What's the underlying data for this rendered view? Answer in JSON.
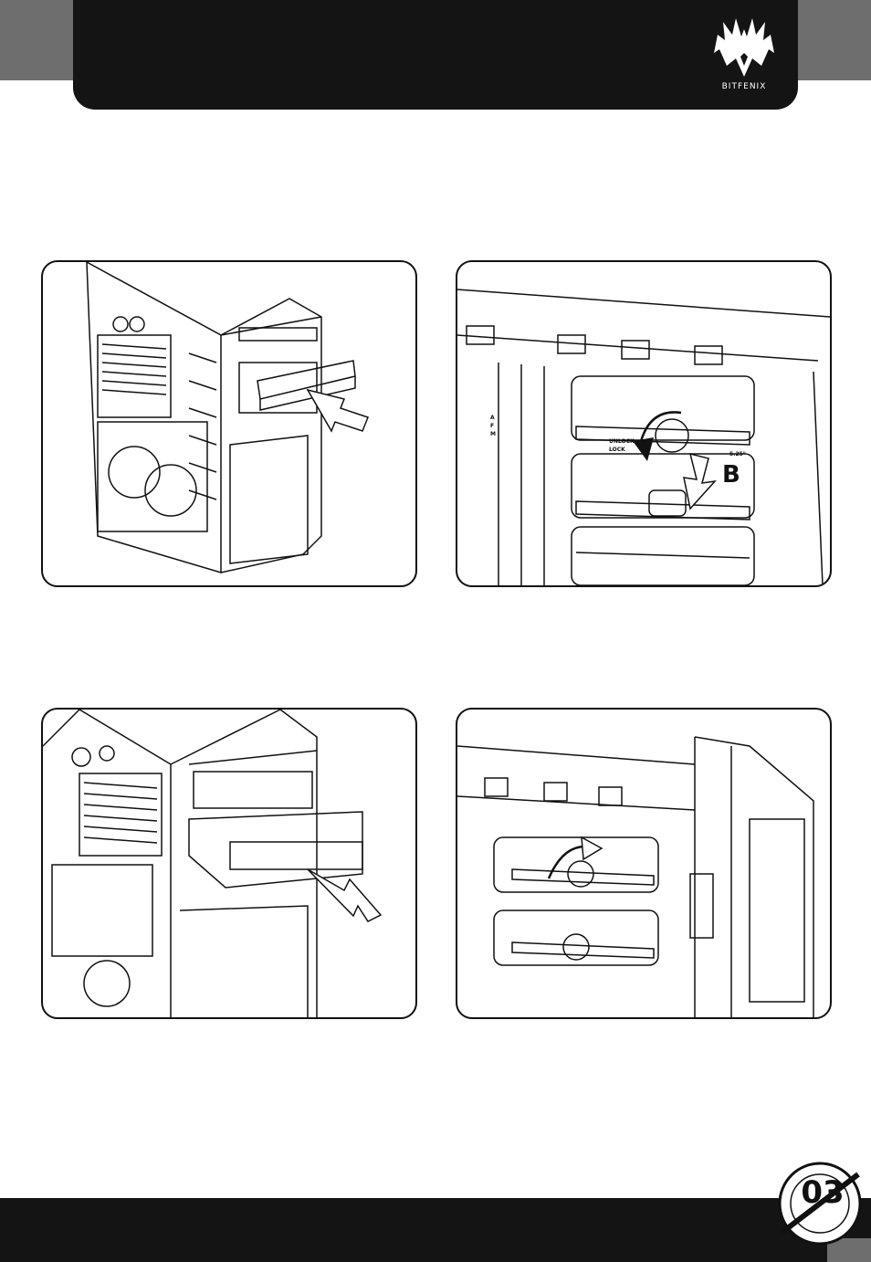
{
  "brand": {
    "logo_text": "BITFENIX"
  },
  "page": {
    "number": "03"
  },
  "panels": {
    "step2": {
      "callout": "B",
      "unlock_label": "UNLOCK",
      "lock_label": "LOCK",
      "size_label": "5.25\"",
      "side_letters": [
        "A",
        "F",
        "M"
      ]
    }
  },
  "colors": {
    "header": "#141414",
    "accent_gray": "#6e6e6e",
    "line": "#111111"
  }
}
